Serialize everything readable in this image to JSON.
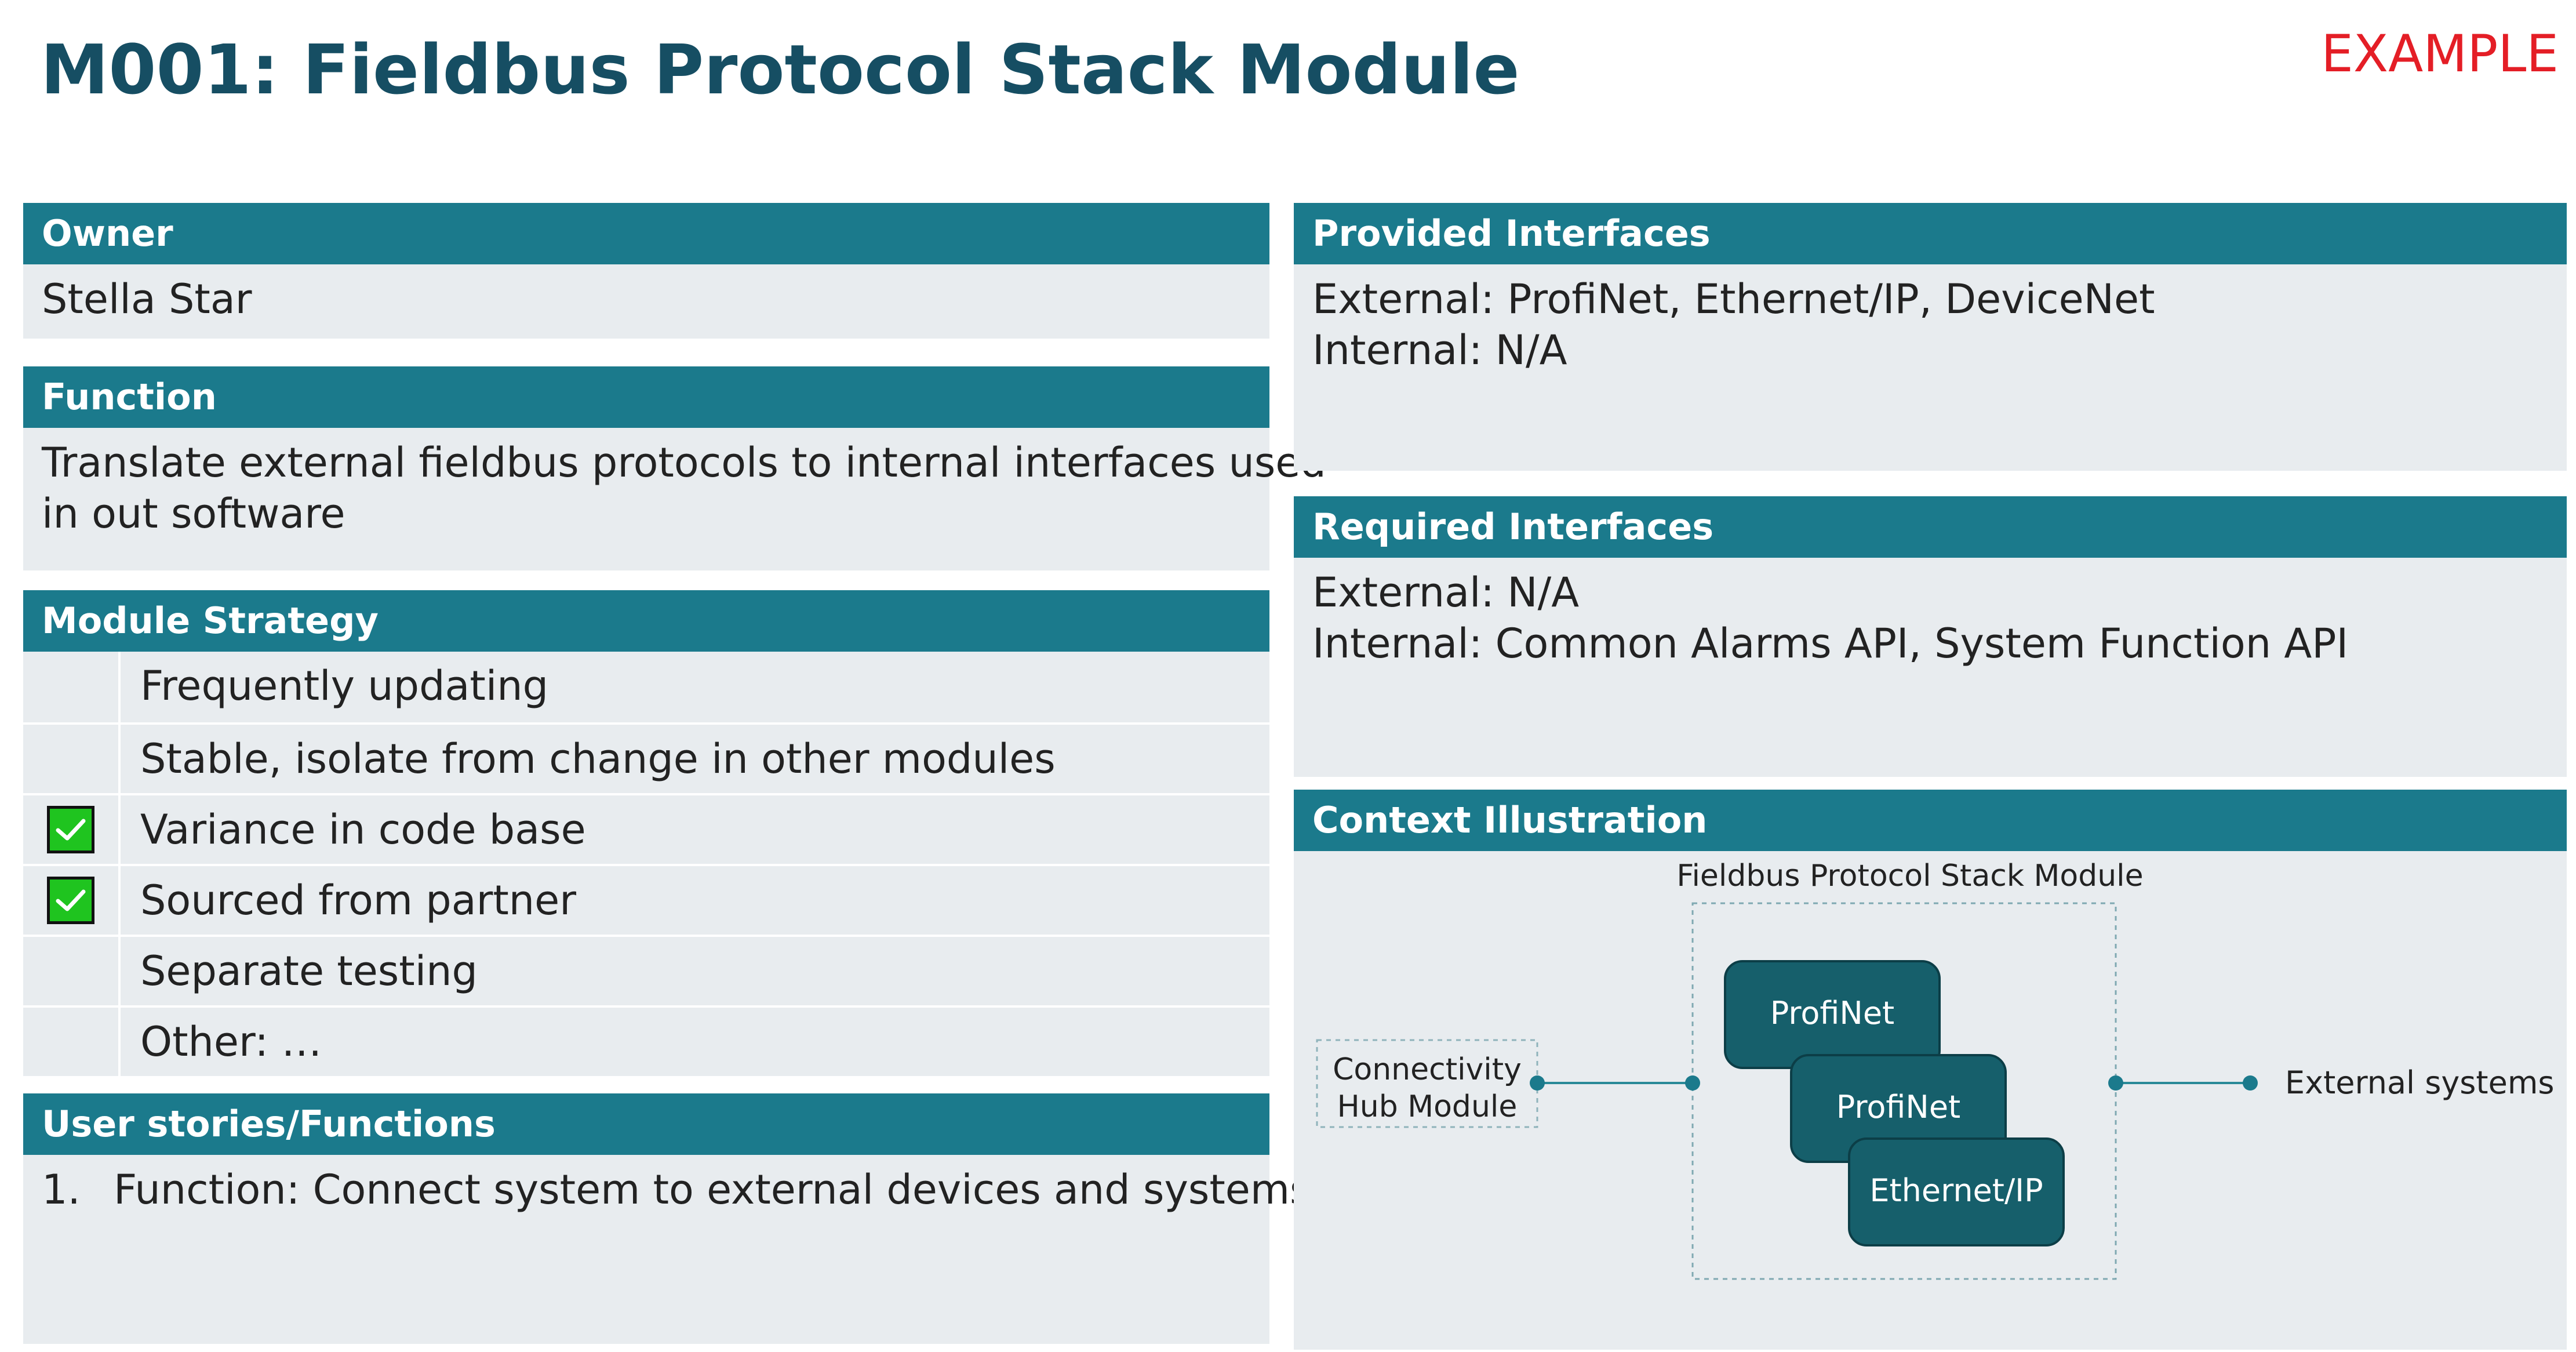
{
  "title": "M001: Fieldbus Protocol Stack Module",
  "badge": "EXAMPLE",
  "owner": {
    "header": "Owner",
    "value": "Stella Star"
  },
  "function": {
    "header": "Function",
    "lines": [
      "Translate external fieldbus protocols to internal interfaces used",
      "in out software"
    ]
  },
  "strategy": {
    "header": "Module Strategy",
    "items": [
      {
        "label": "Frequently updating",
        "checked": false
      },
      {
        "label": "Stable, isolate from change in other modules",
        "checked": false
      },
      {
        "label": "Variance in code base",
        "checked": true
      },
      {
        "label": "Sourced from partner",
        "checked": true
      },
      {
        "label": "Separate testing",
        "checked": false
      },
      {
        "label": "Other: …",
        "checked": false
      }
    ]
  },
  "stories": {
    "header": "User stories/Functions",
    "items": [
      {
        "num": "1.",
        "text": "Function: Connect system to external devices and systems"
      }
    ]
  },
  "provided": {
    "header": "Provided Interfaces",
    "lines": [
      "External: ProfiNet, Ethernet/IP, DeviceNet",
      "Internal: N/A"
    ]
  },
  "required": {
    "header": "Required Interfaces",
    "lines": [
      "External: N/A",
      "Internal: Common Alarms API, System Function API"
    ]
  },
  "context": {
    "header": "Context Illustration",
    "module_label": "Fieldbus Protocol Stack Module",
    "hub_line1": "Connectivity",
    "hub_line2": "Hub Module",
    "protocols": [
      "ProfiNet",
      "ProfiNet",
      "Ethernet/IP"
    ],
    "external_label": "External systems"
  },
  "colors": {
    "title": "#164e63",
    "header_bg": "#1b7a8c",
    "panel_bg": "#e8ecef",
    "badge": "#e41e26",
    "node_fill": "#165f6b",
    "check_green": "#1fc41f"
  }
}
